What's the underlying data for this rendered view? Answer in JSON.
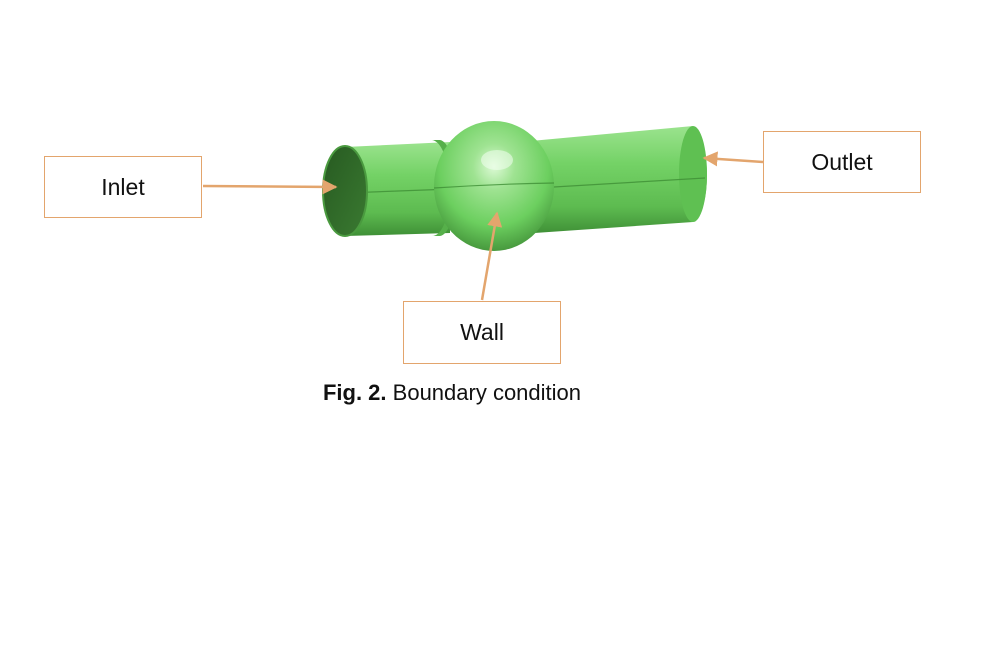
{
  "figure": {
    "labels": {
      "inlet": "Inlet",
      "outlet": "Outlet",
      "wall": "Wall"
    },
    "caption": {
      "number": "Fig. 2.",
      "text": "Boundary condition"
    },
    "colors": {
      "body_green": "#6ccf5f",
      "body_dark_green": "#2f6a27",
      "arrow": "#e3a56d",
      "box_border": "#e3a56d"
    }
  }
}
